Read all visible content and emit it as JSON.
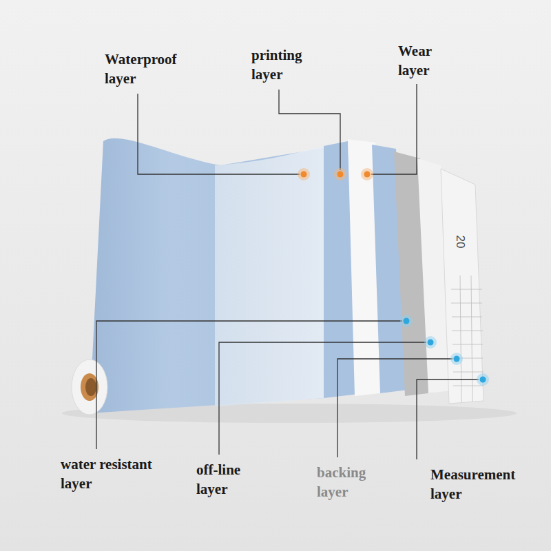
{
  "diagram": {
    "labels": [
      "Waterproof layer",
      "printing layer",
      "Wear layer",
      "water resistant layer",
      "off-line layer",
      "backing layer",
      "Measurement layer",
      "20"
    ]
  }
}
